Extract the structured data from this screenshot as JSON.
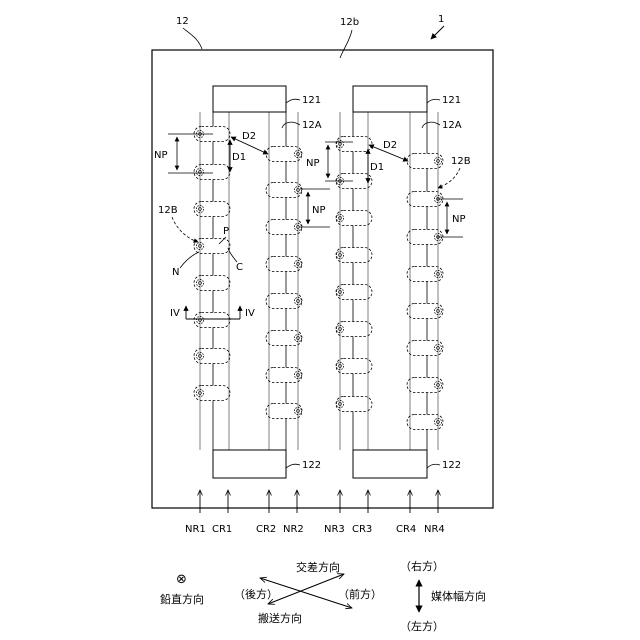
{
  "labels": {
    "figure_ref": "1",
    "head": "12",
    "nozzle_face": "12b",
    "upper_block": "121",
    "lower_block": "122",
    "chip_region": "12A",
    "nozzle_row_mark": "12B",
    "pitch": "NP",
    "dist1": "D1",
    "dist2": "D2",
    "point_p": "P",
    "point_c": "C",
    "point_n": "N",
    "section": "IV"
  },
  "rows": [
    "NR1",
    "CR1",
    "CR2",
    "NR2",
    "NR3",
    "CR3",
    "CR4",
    "NR4"
  ],
  "legend": {
    "vertical_symbol": "⊗",
    "vertical": "鉛直方向",
    "crossing": "交差方向",
    "back": "（後方）",
    "front": "（前方）",
    "transport": "搬送方向",
    "right": "（右方）",
    "left": "（左方）",
    "width": "媒体幅方向"
  }
}
